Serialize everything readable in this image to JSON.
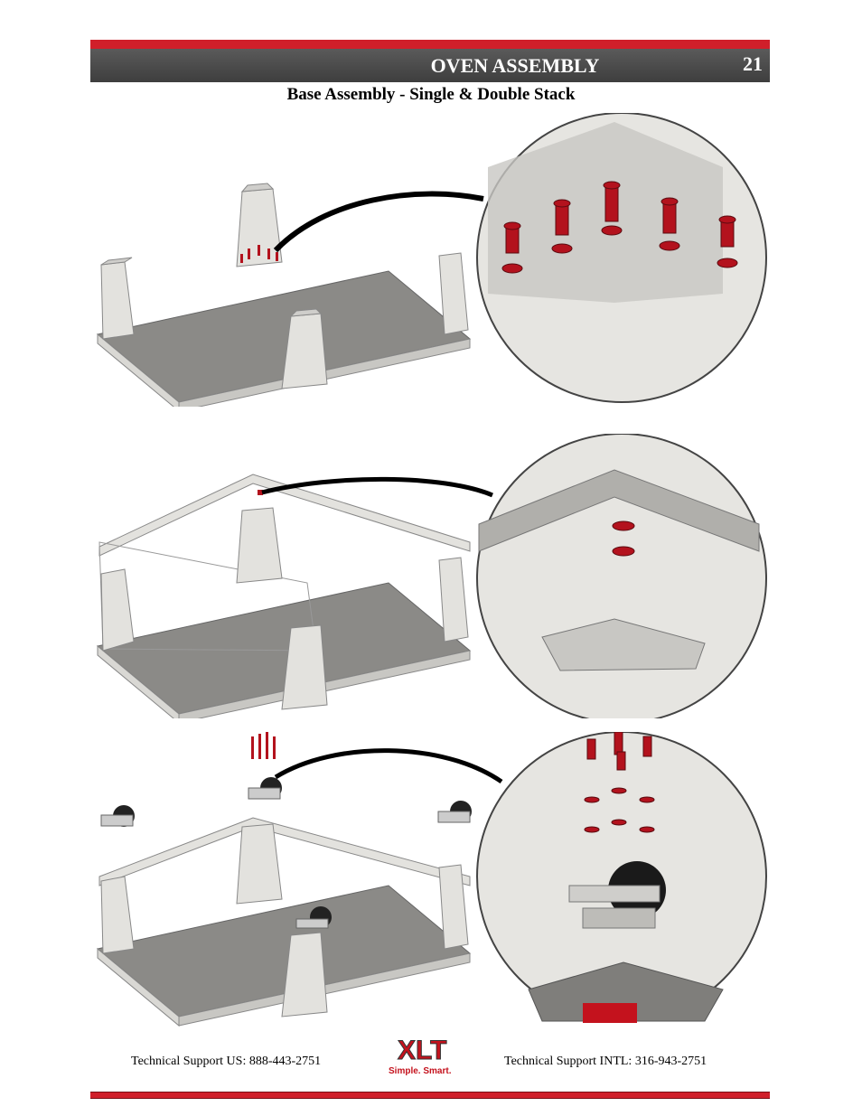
{
  "header": {
    "title": "OVEN ASSEMBLY",
    "page_number": "21"
  },
  "subtitle": "Base Assembly - Single & Double Stack",
  "footer": {
    "support_us": "Technical Support  US:  888-443-2751",
    "support_intl": "Technical Support  INTL:  316-943-2751",
    "logo_text": "XLT",
    "logo_tagline": "Simple. Smart."
  },
  "colors": {
    "accent_red": "#d01f2a",
    "header_gray": "#4a4a4a"
  }
}
